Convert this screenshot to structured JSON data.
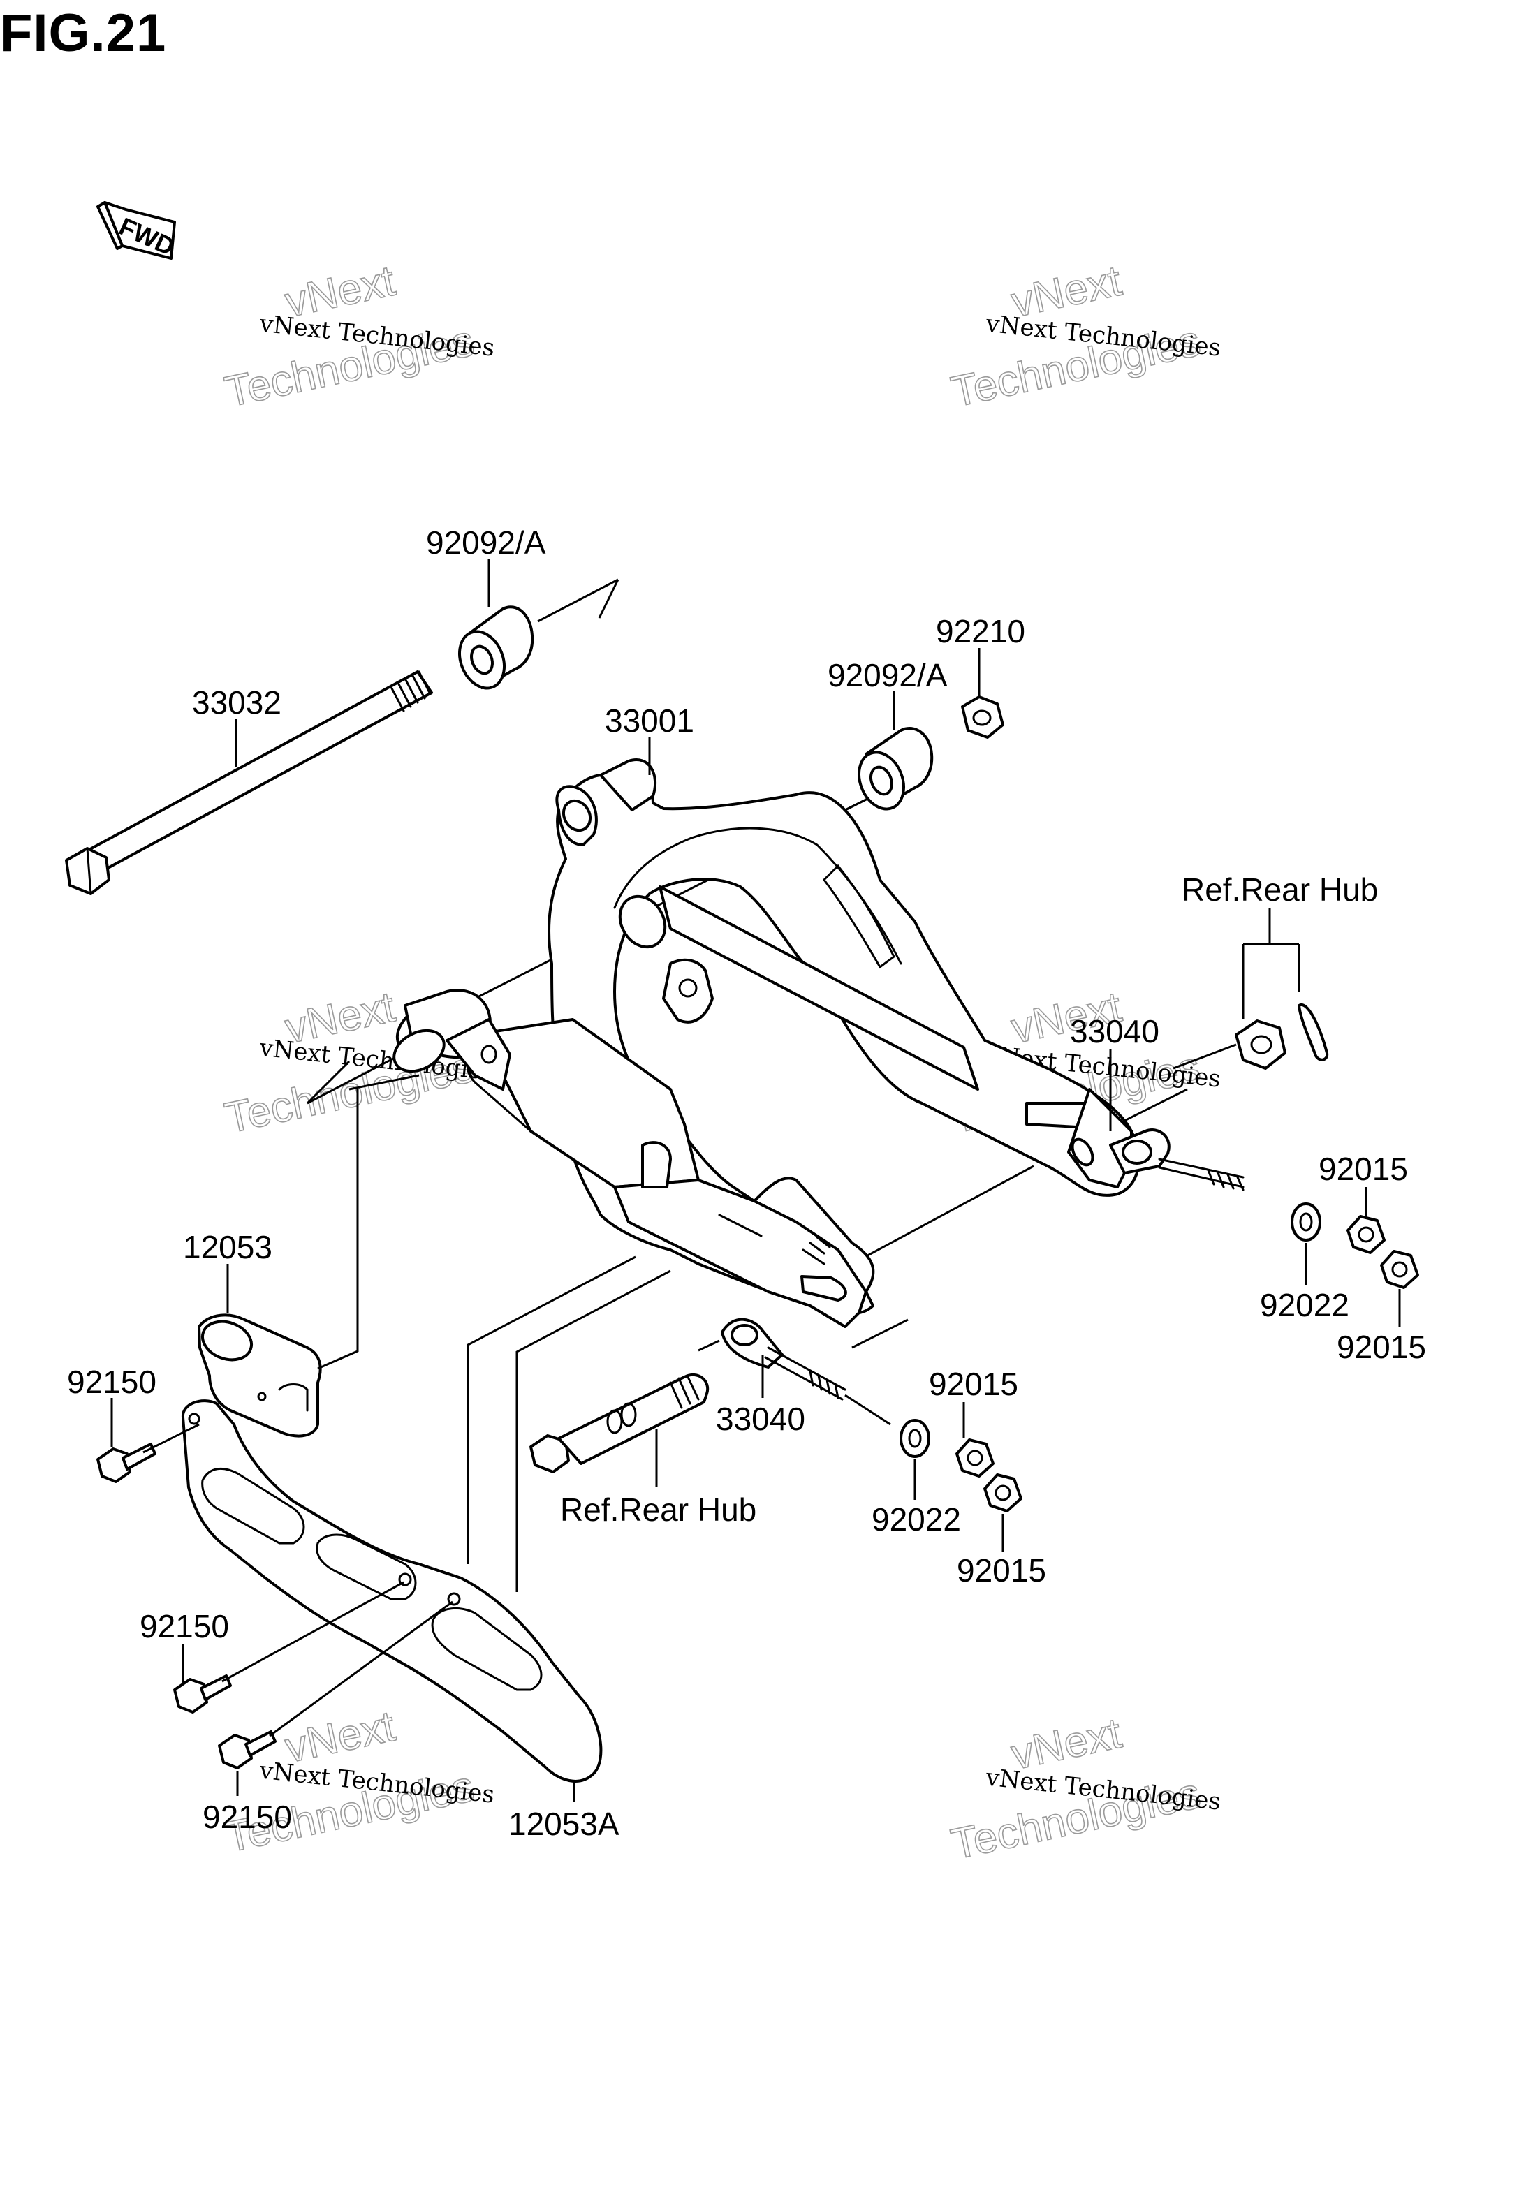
{
  "figure": {
    "title": "FIG.21",
    "fwd_label": "FWD"
  },
  "watermark": {
    "line1": "vNext Technologies",
    "line2": "vNext",
    "line3": "Technologies"
  },
  "callouts": {
    "p92092A_top": "92092/A",
    "p33032": "33032",
    "p92092A_right": "92092/A",
    "p92210": "92210",
    "p33001": "33001",
    "ref_rear_hub_top": "Ref.Rear Hub",
    "p33040_top": "33040",
    "p92015_a": "92015",
    "p92022_a": "92022",
    "p92015_b": "92015",
    "p12053": "12053",
    "p92150_a": "92150",
    "p33040_bottom": "33040",
    "p92015_c": "92015",
    "ref_rear_hub_bottom": "Ref.Rear Hub",
    "p92022_b": "92022",
    "p92015_d": "92015",
    "p92150_b": "92150",
    "p92150_c": "92150",
    "p12053A": "12053A"
  }
}
